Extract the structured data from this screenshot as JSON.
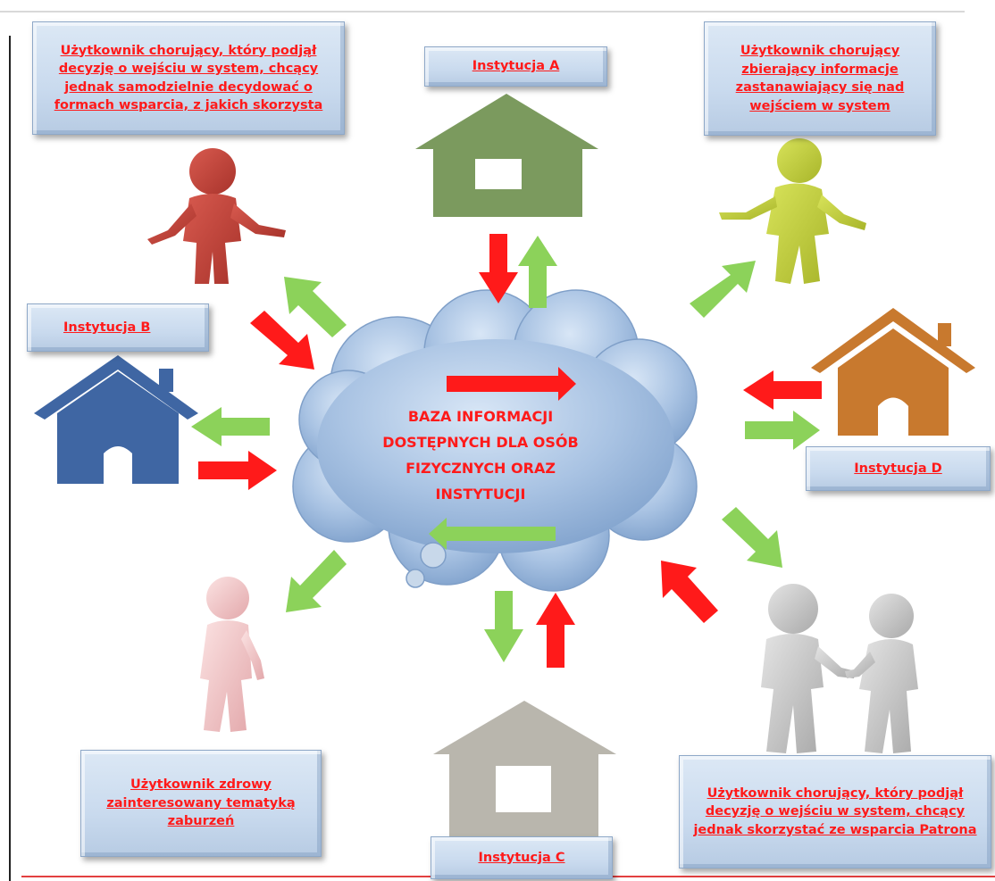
{
  "boxes": {
    "top_left": "Użytkownik chorujący, który podjął decyzję o wejściu w system, chcący jednak samodzielnie decydować o formach wsparcia, z jakich skorzysta",
    "top_right": "Użytkownik chorujący zbierający informacje zastanawiający się nad wejściem w system",
    "bottom_left": "Użytkownik  zdrowy zainteresowany tematyką zaburzeń",
    "bottom_right": "Użytkownik chorujący, który podjął decyzję o wejściu w system, chcący jednak skorzystać ze wsparcia Patrona"
  },
  "institutions": {
    "a": "Instytucja A",
    "b": "Instytucja B",
    "c": "Instytucja C",
    "d": "Instytucja D"
  },
  "center": {
    "line1": "BAZA INFORMACJI",
    "line2": "DOSTĘPNYCH DLA OSÓB",
    "line3": "FIZYCZNYCH ORAZ",
    "line4": "INSTYTUCJI"
  },
  "colors": {
    "red_arrow": "#ff1a1a",
    "green_arrow": "#8cd25a",
    "house_a": "#7b9a5e",
    "house_b": "#3f66a3",
    "house_c": "#b9b6ad",
    "house_d": "#c8792e",
    "label_text": "#ff1a1a"
  }
}
